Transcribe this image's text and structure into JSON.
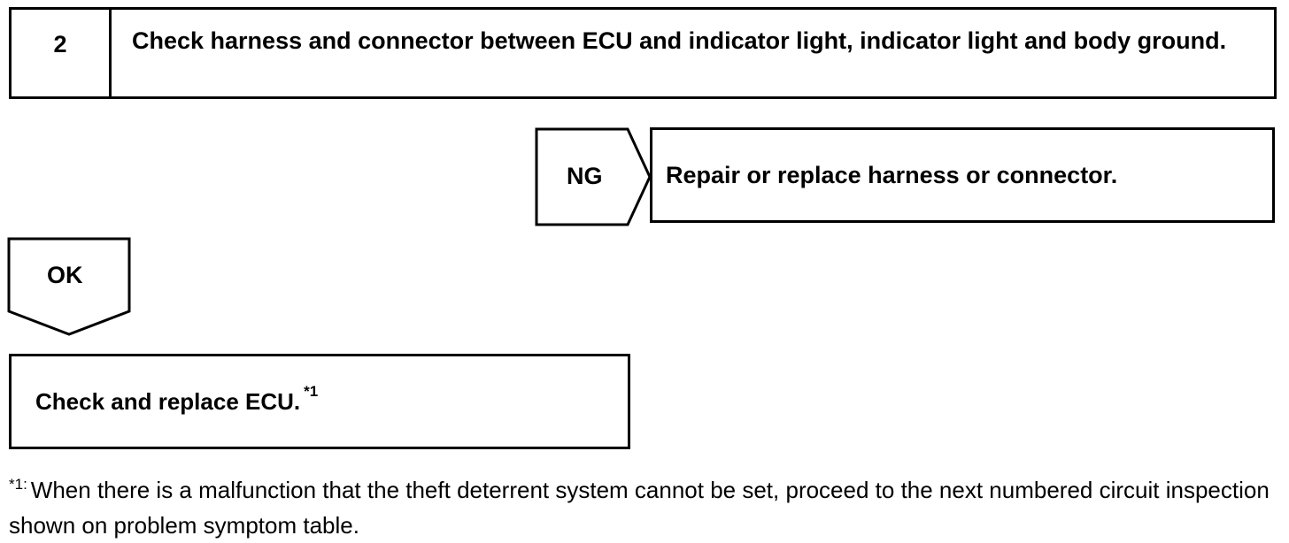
{
  "step": {
    "number": "2",
    "title": "Check harness and connector between ECU and indicator light, indicator light and body ground."
  },
  "ng_branch": {
    "label": "NG",
    "action": "Repair or replace harness or connector."
  },
  "ok_branch": {
    "label": "OK",
    "action": "Check and replace ECU.",
    "action_ref": "*1"
  },
  "footnote": {
    "mark": "*1:",
    "text": "When there is a malfunction that the theft deterrent system cannot be set, proceed to the next numbered circuit inspection shown on problem symptom table."
  }
}
